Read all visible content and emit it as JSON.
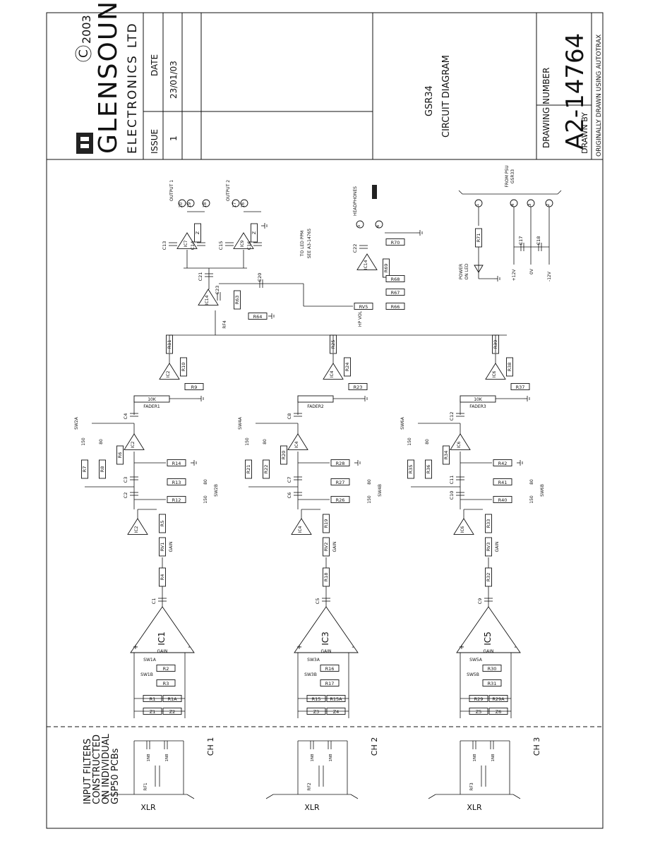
{
  "title_block": {
    "company_line1": "GLENSOUND",
    "company_line2": "ELECTRONICS",
    "company_suffix": "LTD",
    "copyright_symbol": "C",
    "copyright_year": "2003",
    "issue_header": "ISSUE",
    "date_header": "DATE",
    "issue_value": "1",
    "date_value": "23/01/03",
    "product": "GSR34",
    "drawing_title": "CIRCUIT DIAGRAM",
    "drawing_number_label": "DRAWING NUMBER",
    "drawing_number": "A2-14764",
    "drawn_by_label": "DRAWN BY",
    "footer_note": "ORIGINALLY DRAWN USING AUTOTRAX"
  },
  "schematic": {
    "input_note": [
      "INPUT FILTERS",
      "CONSTRUCTED",
      "ON INDIVIDUAL",
      "GSP50 PCBs"
    ],
    "channels": [
      {
        "label": "CH 1",
        "xlr": "XLR",
        "rf": "RF1",
        "ic_pre": "IC1",
        "ic_buf": "IC2",
        "fader": "FADER1",
        "fader_val": "10K",
        "sw_a": "SW1A",
        "sw_b": "SW1B",
        "sw_sel": "SW2A",
        "sw_sel_b": "SW2B",
        "rv": "RV1",
        "caps": [
          "C1",
          "C2",
          "C3",
          "C4"
        ],
        "zeners": [
          "Z1",
          "Z2"
        ],
        "resistors": [
          "R1",
          "R1A",
          "R2",
          "R3",
          "R4",
          "R5",
          "R6",
          "R7",
          "R8",
          "R9",
          "R10",
          "R11",
          "R12",
          "R13",
          "R14"
        ]
      },
      {
        "label": "CH 2",
        "xlr": "XLR",
        "rf": "RF2",
        "ic_pre": "IC3",
        "ic_buf": "IC4",
        "fader": "FADER2",
        "fader_val": "",
        "sw_a": "SW3A",
        "sw_b": "SW3B",
        "sw_sel": "SW4A",
        "sw_sel_b": "SW4B",
        "rv": "RV2",
        "caps": [
          "C5",
          "C6",
          "C7",
          "C8"
        ],
        "zeners": [
          "Z3",
          "Z4"
        ],
        "resistors": [
          "R15",
          "R15A",
          "R16",
          "R17",
          "R18",
          "R19",
          "R20",
          "R21",
          "R22",
          "R23",
          "R24",
          "R25",
          "R26",
          "R27",
          "R28"
        ]
      },
      {
        "label": "CH 3",
        "xlr": "XLR",
        "rf": "RF3",
        "ic_pre": "IC5",
        "ic_buf": "IC6",
        "fader": "FADER3",
        "fader_val": "10K",
        "sw_a": "SW5A",
        "sw_b": "SW5B",
        "sw_sel": "SW6A",
        "sw_sel_b": "SW6B",
        "rv": "RV3",
        "caps": [
          "C9",
          "C10",
          "C11",
          "C12"
        ],
        "zeners": [
          "Z5",
          "Z6"
        ],
        "resistors": [
          "R29",
          "R29A",
          "R30",
          "R31",
          "R32",
          "R33",
          "R34",
          "R35",
          "R36",
          "R37",
          "R38",
          "R39",
          "R40",
          "R41",
          "R42"
        ]
      }
    ],
    "gain_label": "GAIN",
    "sel_values": [
      "150",
      "80"
    ],
    "ground_label": "0V",
    "ic_label": "IC",
    "mix": {
      "ic": "IC14",
      "rf": "RF4",
      "caps": [
        "C21",
        "C23",
        "C20"
      ],
      "resistors": [
        "R63",
        "R64"
      ],
      "led_note": [
        "TO LED PPM",
        "SEE A3-14765"
      ]
    },
    "outputs": {
      "output1_label": "OUTPUT 1",
      "output2_label": "OUTPUT 2",
      "ic_a": "IC7",
      "ic_b": "IC9",
      "caps": [
        "C13",
        "C14",
        "C15",
        "C16"
      ],
      "pins1": [
        "20",
        "19",
        "18"
      ],
      "pins2": [
        "17",
        "16"
      ],
      "zener": "Z"
    },
    "headphones": {
      "label": "HEADPHONES",
      "ic": "IC14",
      "cap": "C22",
      "rv": "RV5",
      "rv_label": "HP VOL",
      "resistors": [
        "R70",
        "R69",
        "R68",
        "R67",
        "R66"
      ],
      "pins": [
        "5",
        "6"
      ]
    },
    "psu": {
      "label": [
        "FROM PSU",
        "GSR33"
      ],
      "pins": [
        "1",
        "4",
        "3",
        "2"
      ],
      "resistor": "R71",
      "caps": [
        "C17",
        "C18"
      ],
      "led_label": [
        "POWER",
        "ON LED"
      ],
      "rails": [
        "+12V",
        "0V",
        "-12V"
      ]
    }
  }
}
